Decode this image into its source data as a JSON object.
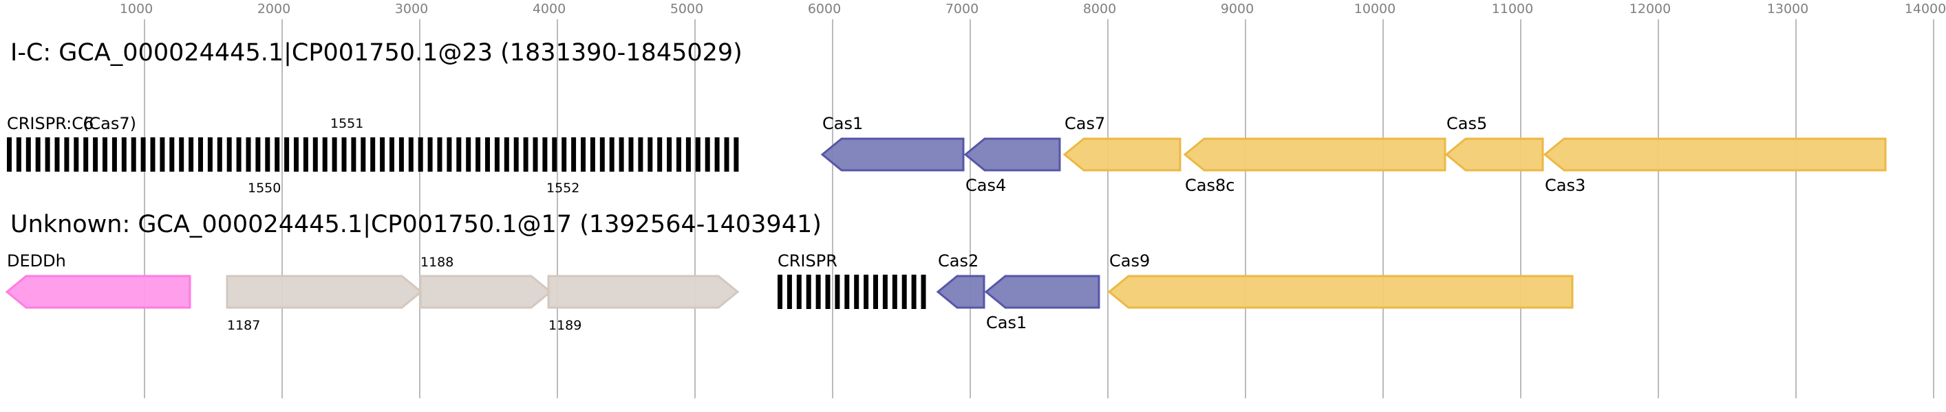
{
  "axis": {
    "ticks": [
      1000,
      2000,
      3000,
      4000,
      5000,
      6000,
      7000,
      8000,
      9000,
      10000,
      11000,
      12000,
      13000,
      14000
    ]
  },
  "colors": {
    "cas_blue": {
      "fill": "#7c7eb9",
      "stroke": "#5557a6"
    },
    "cas_yellow": {
      "fill": "#f2cd72",
      "stroke": "#ebb944"
    },
    "dedd_pink": {
      "fill": "#ff99ea",
      "stroke": "#ff7ce3"
    },
    "other_grey": {
      "fill": "#dcd4ce",
      "stroke": "#d2c8c0"
    },
    "crispr_black": "#000000"
  },
  "rows": [
    {
      "title": "I-C: GCA_000024445.1|CP001750.1@23 (1831390-1845029)",
      "features": [
        {
          "type": "crispr",
          "start": 0,
          "end": 5375,
          "label": "CRISPR:C6",
          "label_pos": "above"
        },
        {
          "type": "label_only",
          "start": 500,
          "label": "(Cas7)",
          "label_pos": "above"
        },
        {
          "type": "marker",
          "start": 2300,
          "label": "1551",
          "label_pos": "above"
        },
        {
          "type": "marker",
          "start": 1700,
          "label": "1550",
          "label_pos": "below"
        },
        {
          "type": "marker",
          "start": 3870,
          "label": "1552",
          "label_pos": "below"
        },
        {
          "type": "gene",
          "color": "cas_blue",
          "dir": "left",
          "start": 5925,
          "end": 6950,
          "label": "Cas1",
          "label_pos": "above"
        },
        {
          "type": "gene",
          "color": "cas_blue",
          "dir": "left",
          "start": 6965,
          "end": 7650,
          "label": "Cas4",
          "label_pos": "below"
        },
        {
          "type": "gene",
          "color": "cas_yellow",
          "dir": "left",
          "start": 7685,
          "end": 8525,
          "label": "Cas7",
          "label_pos": "above"
        },
        {
          "type": "gene",
          "color": "cas_yellow",
          "dir": "left",
          "start": 8560,
          "end": 10450,
          "label": "Cas8c",
          "label_pos": "below"
        },
        {
          "type": "gene",
          "color": "cas_yellow",
          "dir": "left",
          "start": 10460,
          "end": 11160,
          "label": "Cas5",
          "label_pos": "above"
        },
        {
          "type": "gene",
          "color": "cas_yellow",
          "dir": "left",
          "start": 11175,
          "end": 13650,
          "label": "Cas3",
          "label_pos": "below"
        }
      ]
    },
    {
      "title": "Unknown: GCA_000024445.1|CP001750.1@17 (1392564-1403941)",
      "features": [
        {
          "type": "gene",
          "color": "dedd_pink",
          "dir": "left",
          "start": 0,
          "end": 1330,
          "label": "DEDDh",
          "label_pos": "above"
        },
        {
          "type": "gene",
          "color": "other_grey",
          "dir": "right",
          "start": 1600,
          "end": 3010,
          "label": "1187",
          "label_pos": "below"
        },
        {
          "type": "gene",
          "color": "other_grey",
          "dir": "right",
          "start": 3005,
          "end": 3950,
          "label": "1188",
          "label_pos": "above"
        },
        {
          "type": "gene",
          "color": "other_grey",
          "dir": "right",
          "start": 3935,
          "end": 5310,
          "label": "1189",
          "label_pos": "below"
        },
        {
          "type": "crispr",
          "start": 5600,
          "end": 6725,
          "label": "CRISPR",
          "label_pos": "above"
        },
        {
          "type": "gene",
          "color": "cas_blue",
          "dir": "left",
          "start": 6765,
          "end": 7100,
          "label": "Cas2",
          "label_pos": "above"
        },
        {
          "type": "gene",
          "color": "cas_blue",
          "dir": "left",
          "start": 7115,
          "end": 7935,
          "label": "Cas1",
          "label_pos": "below"
        },
        {
          "type": "gene",
          "color": "cas_yellow",
          "dir": "left",
          "start": 8010,
          "end": 11375,
          "label": "Cas9",
          "label_pos": "above"
        }
      ]
    }
  ]
}
